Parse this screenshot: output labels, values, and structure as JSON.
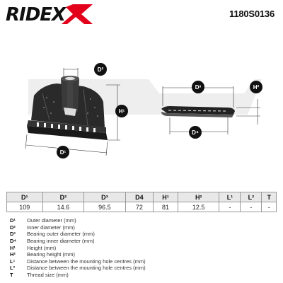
{
  "header": {
    "brand": "RIDEX",
    "part_number": "1180S0136"
  },
  "colors": {
    "accent": "#e2001a",
    "ink": "#111111",
    "part_fill": "#2a2a2a",
    "watermark": "#eeeeee"
  },
  "badges": {
    "d1": "D¹",
    "d2": "D²",
    "d3": "D³",
    "d4": "D⁴",
    "h1": "H¹",
    "h2": "H²"
  },
  "table": {
    "headers": [
      "D¹",
      "D²",
      "D³",
      "D4",
      "H¹",
      "H²",
      "L¹",
      "L²",
      "T"
    ],
    "values": [
      "109",
      "14.6",
      "96.5",
      "72",
      "81",
      "12.5",
      "-",
      "-",
      "-"
    ]
  },
  "legend": [
    {
      "key": "D¹",
      "desc": "Outer diameter (mm)"
    },
    {
      "key": "D²",
      "desc": "Inner diameter (mm)"
    },
    {
      "key": "D³",
      "desc": "Bearing outer diameter (mm)"
    },
    {
      "key": "D⁴",
      "desc": "Bearing inner diameter (mm)"
    },
    {
      "key": "H¹",
      "desc": "Height (mm)"
    },
    {
      "key": "H²",
      "desc": "Bearing height (mm)"
    },
    {
      "key": "L¹",
      "desc": "Distance between the mounting hole centres (mm)"
    },
    {
      "key": "L²",
      "desc": "Distance between the mounting hole centres (mm)"
    },
    {
      "key": "T",
      "desc": "Thread size (mm)"
    }
  ]
}
